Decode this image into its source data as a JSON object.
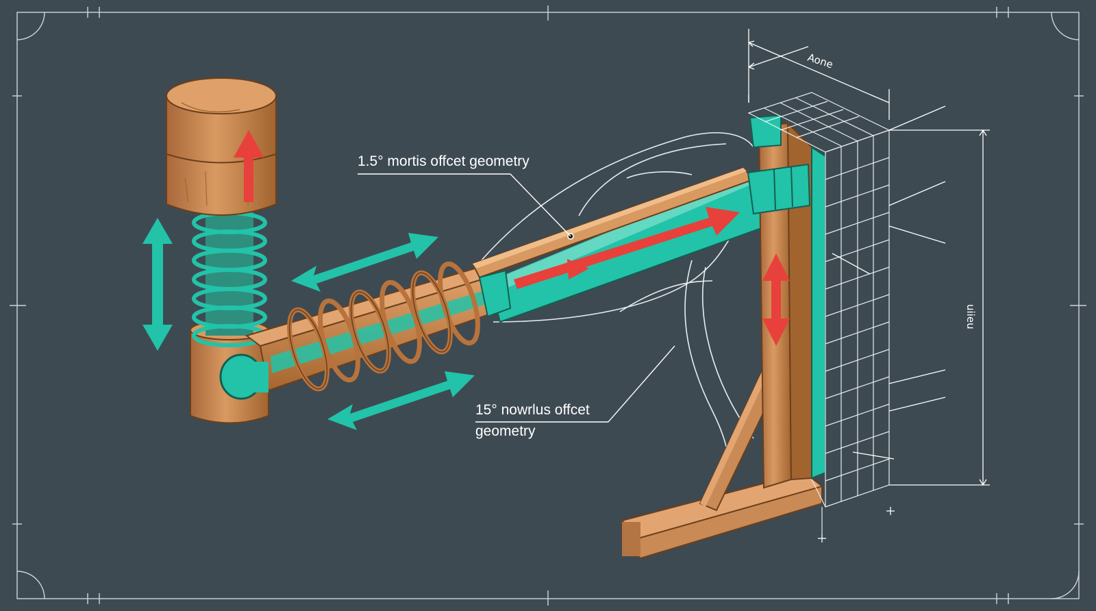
{
  "callouts": {
    "top_label": "1.5° mortis offcet geometry",
    "bottom_label_line1": "15° nowrlus offcet",
    "bottom_label_line2": "geometry"
  },
  "dimensions": {
    "top_dimension": "Aone",
    "side_dimension": "uiieu"
  },
  "colors": {
    "background": "#3e4a52",
    "wood": "#c98a55",
    "wood_dark": "#9c6232",
    "teal": "#22c3a8",
    "red_arrow": "#e8403a",
    "line": "#ffffff"
  }
}
